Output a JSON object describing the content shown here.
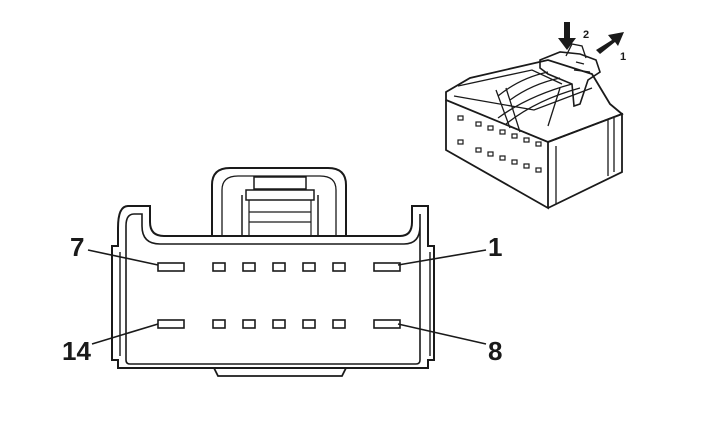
{
  "front_view": {
    "pin_labels": {
      "top_left": "7",
      "top_right": "1",
      "bottom_left": "14",
      "bottom_right": "8"
    },
    "pin_rows": 2,
    "pins_per_row": 7
  },
  "iso_view": {
    "release_step_labels": {
      "press": "2",
      "slide": "1"
    }
  },
  "colors": {
    "line": "#1a1a1a",
    "background": "#ffffff"
  }
}
